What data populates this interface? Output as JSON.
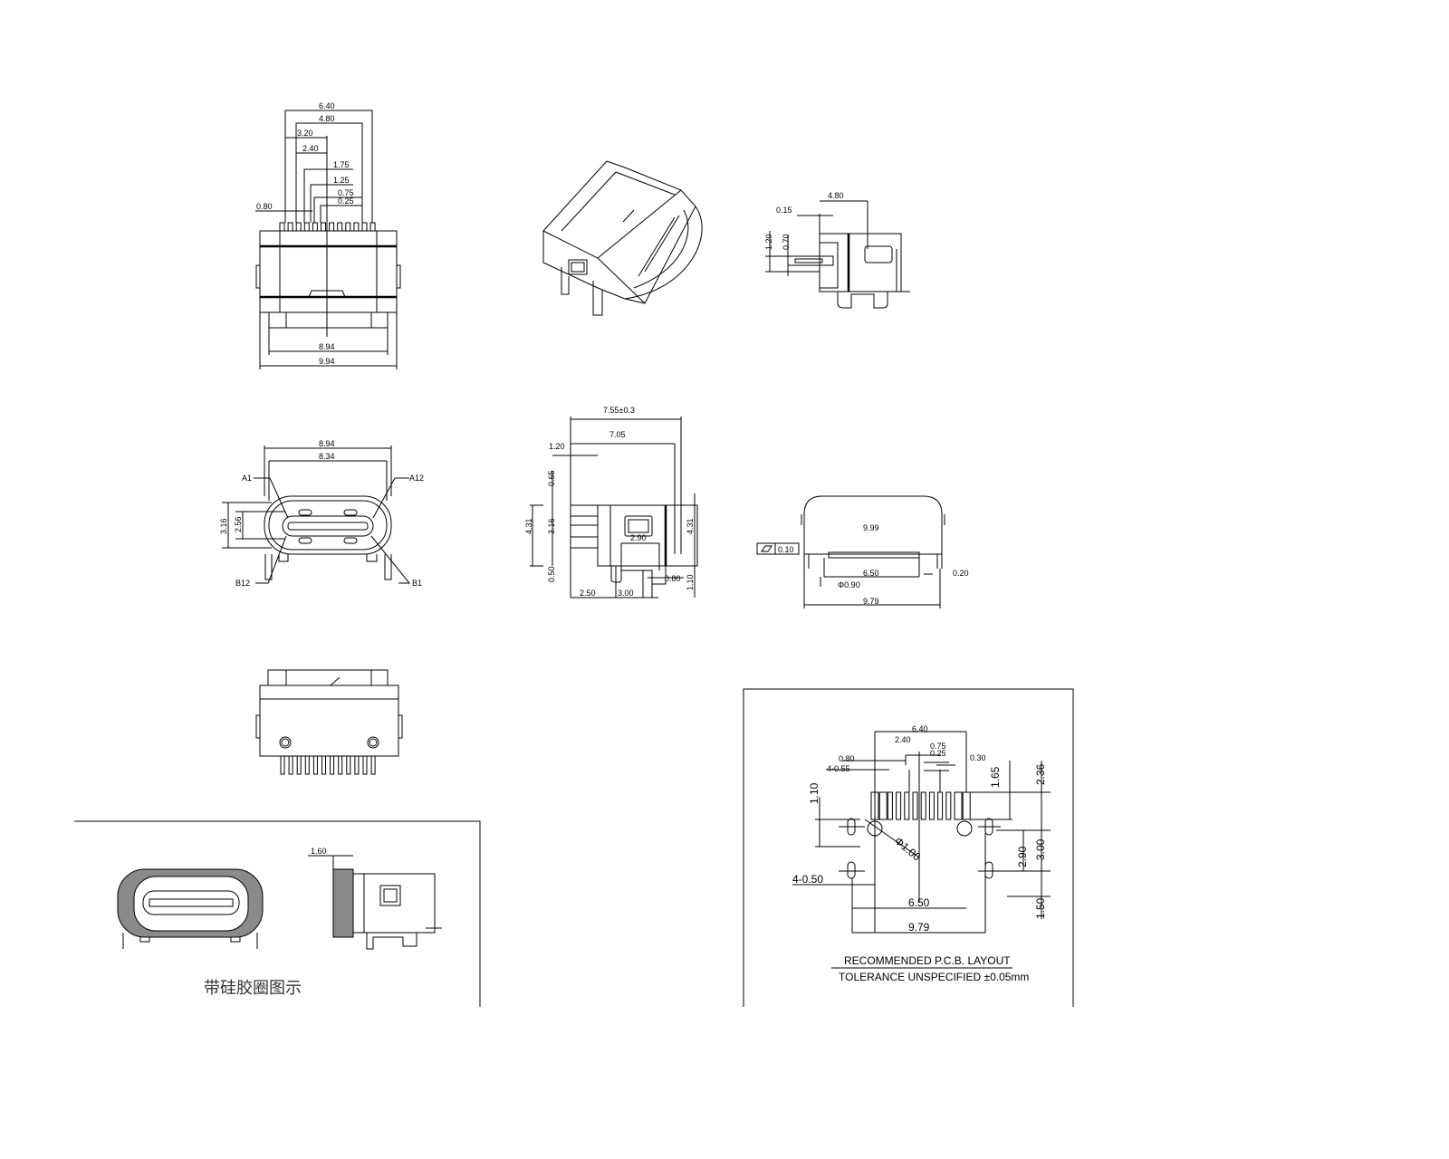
{
  "front_view": {
    "dims": [
      "6.40",
      "4.80",
      "3.20",
      "2.40",
      "1.75",
      "1.25",
      "0.75",
      "0.25",
      "0.80",
      "8.94",
      "9.94"
    ]
  },
  "side_top_view": {
    "dims": [
      "4.80",
      "0.15",
      "1.20",
      "0.70"
    ]
  },
  "end_view": {
    "dims": [
      "8.94",
      "8.34",
      "3.16",
      "2.56"
    ],
    "pins": [
      "A1",
      "A12",
      "B12",
      "B1"
    ]
  },
  "side_view": {
    "dims": [
      "7.55±0.3",
      "7.05",
      "1.20",
      "0.65",
      "4.31",
      "3.16",
      "0.50",
      "2.90",
      "0.80",
      "1.10",
      "2.50",
      "3.00",
      "4.31"
    ]
  },
  "rear_view": {
    "dims": [
      "9.99",
      "0.10",
      "6.50",
      "Φ0.90",
      "0.20",
      "9.79"
    ]
  },
  "pcb_layout": {
    "dims": [
      "6.40",
      "2.40",
      "0.75",
      "0.25",
      "0.80",
      "4-0.55",
      "0.30",
      "1.10",
      "1.65",
      "2.36",
      "Φ1.00",
      "2.90",
      "3.00",
      "4-0.50",
      "6.50",
      "9.79",
      "1.50"
    ],
    "title": "RECOMMENDED   P.C.B. LAYOUT",
    "tolerance": "TOLERANCE UNSPECIFIED ±0.05mm"
  },
  "seal_section": {
    "dim": "1.60",
    "caption": "带硅胶圈图示"
  }
}
